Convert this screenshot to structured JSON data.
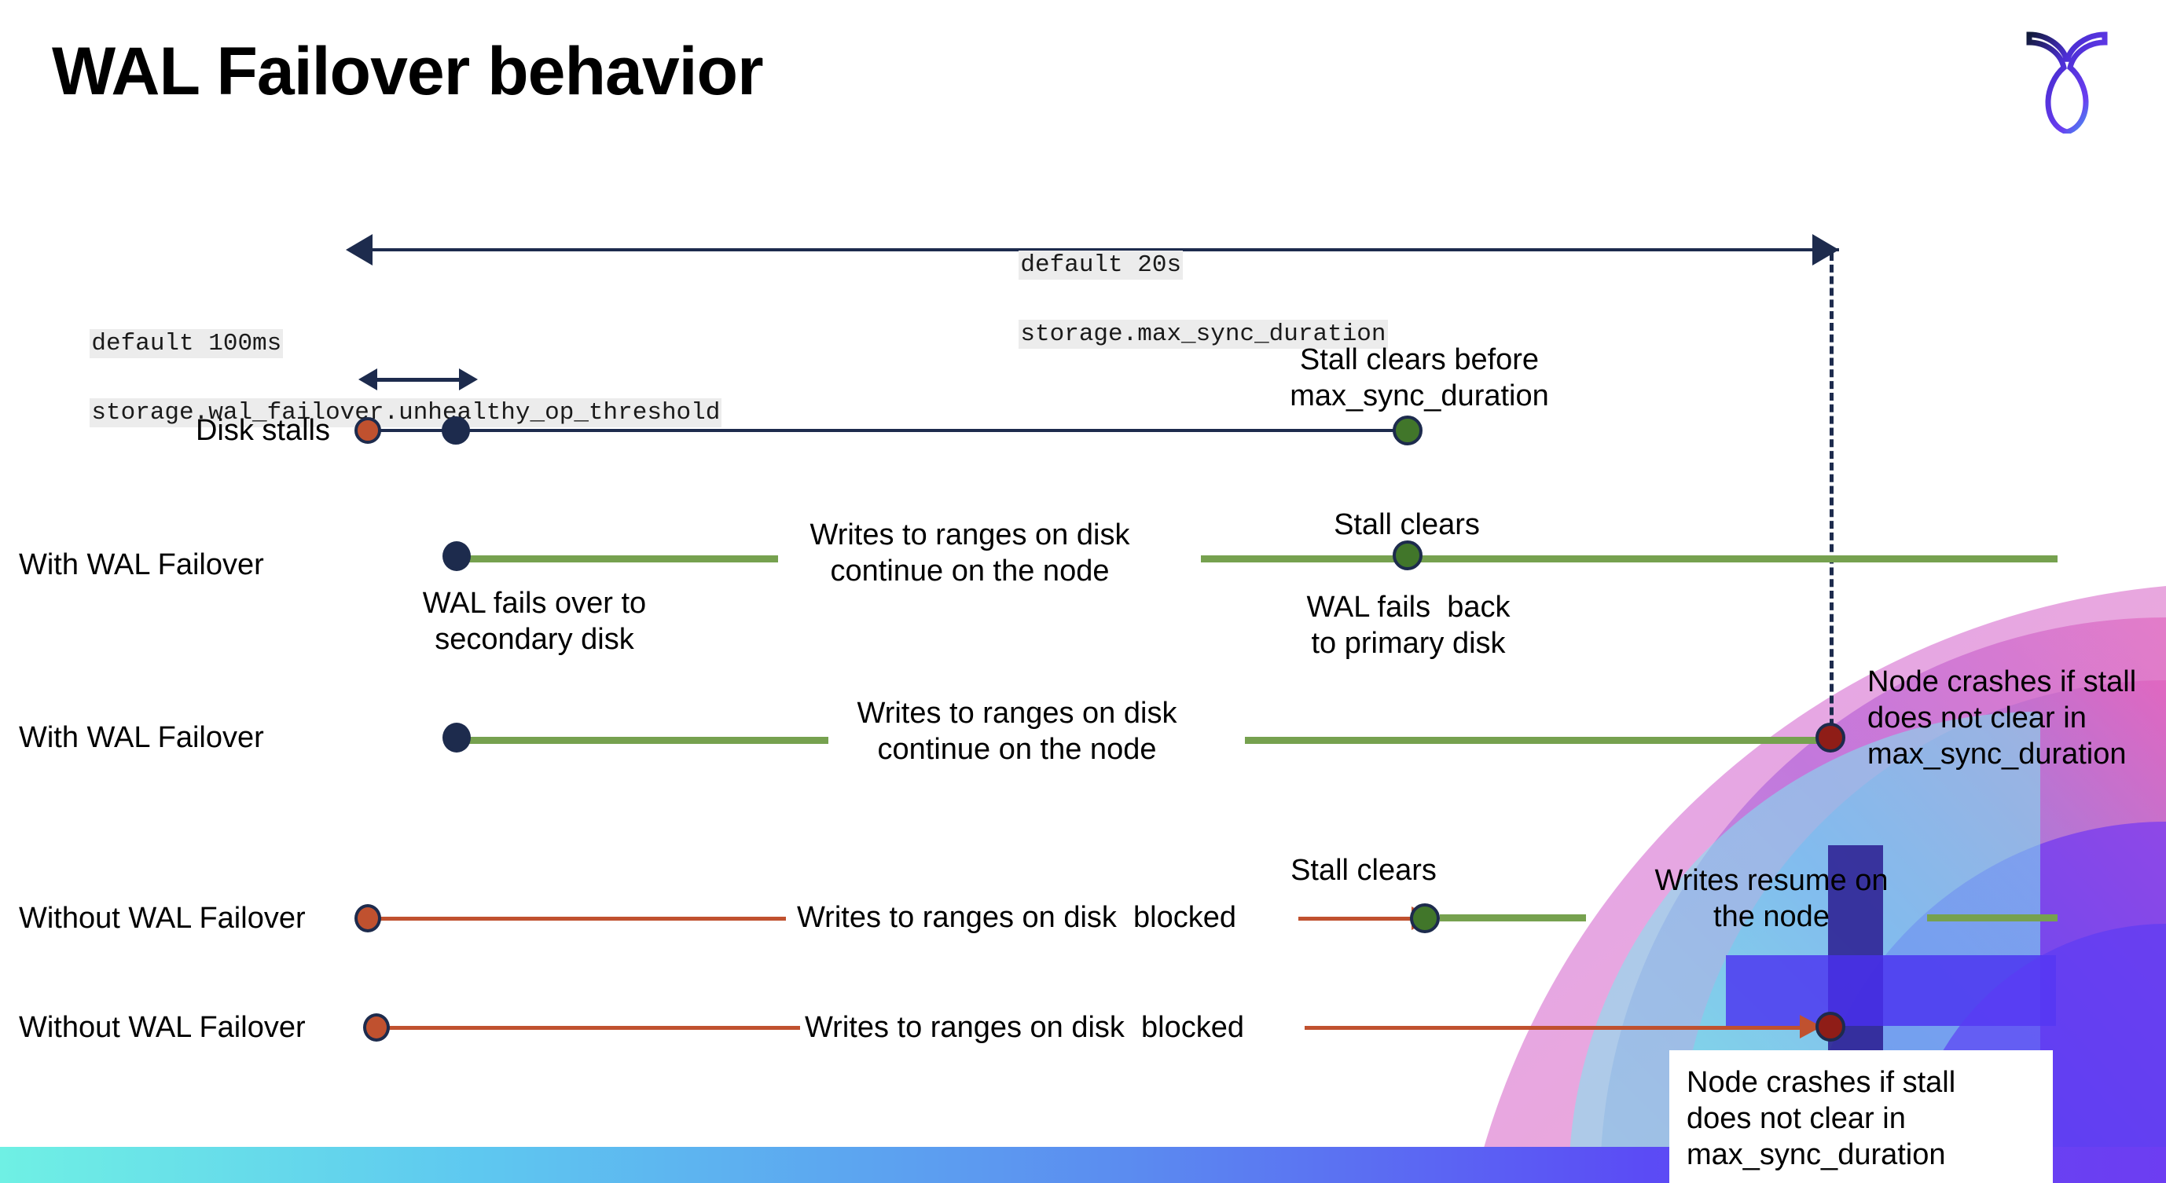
{
  "slide": {
    "title": "WAL Failover behavior",
    "logo_name": "cockroachdb-logo"
  },
  "colors": {
    "navy": "#1d2b4d",
    "orange": "#c0512f",
    "green_line": "#76a14f",
    "green_dot": "#41762a",
    "dark_red": "#8f1d17",
    "code_bg": "#ececec",
    "bar_gradient_start": "#6ff0e4",
    "bar_gradient_end": "#6d3df2"
  },
  "annotations": {
    "max_sync": {
      "line1": "default 20s",
      "line2": "storage.max_sync_duration"
    },
    "unhealthy_op": {
      "line1": "default 100ms",
      "line2": "storage.wal_failover.unhealthy_op_threshold"
    }
  },
  "rows": [
    {
      "label": "Disk stalls"
    },
    {
      "label": "With WAL Failover"
    },
    {
      "label": "With WAL Failover"
    },
    {
      "label": "Without WAL Failover"
    },
    {
      "label": "Without WAL Failover"
    }
  ],
  "callouts": {
    "stall_clears_before": "Stall clears before\nmax_sync_duration",
    "stall_clears_row2": "Stall clears",
    "wal_fails_over": "WAL fails over to\nsecondary disk",
    "writes_continue_row2": "Writes to ranges on disk\ncontinue on the node",
    "wal_fails_back": "WAL fails  back\nto primary disk",
    "writes_continue_row3": "Writes to ranges on disk\ncontinue on the node",
    "node_crashes_row3": "Node crashes if stall\ndoes not clear in\nmax_sync_duration",
    "writes_blocked_row4": "Writes to ranges on disk  blocked",
    "stall_clears_row4": "Stall clears",
    "writes_resume_row4": "Writes resume on\nthe node",
    "writes_blocked_row5": "Writes to ranges on disk  blocked",
    "node_crashes_row5": "Node crashes if stall\ndoes not clear in\nmax_sync_duration"
  }
}
